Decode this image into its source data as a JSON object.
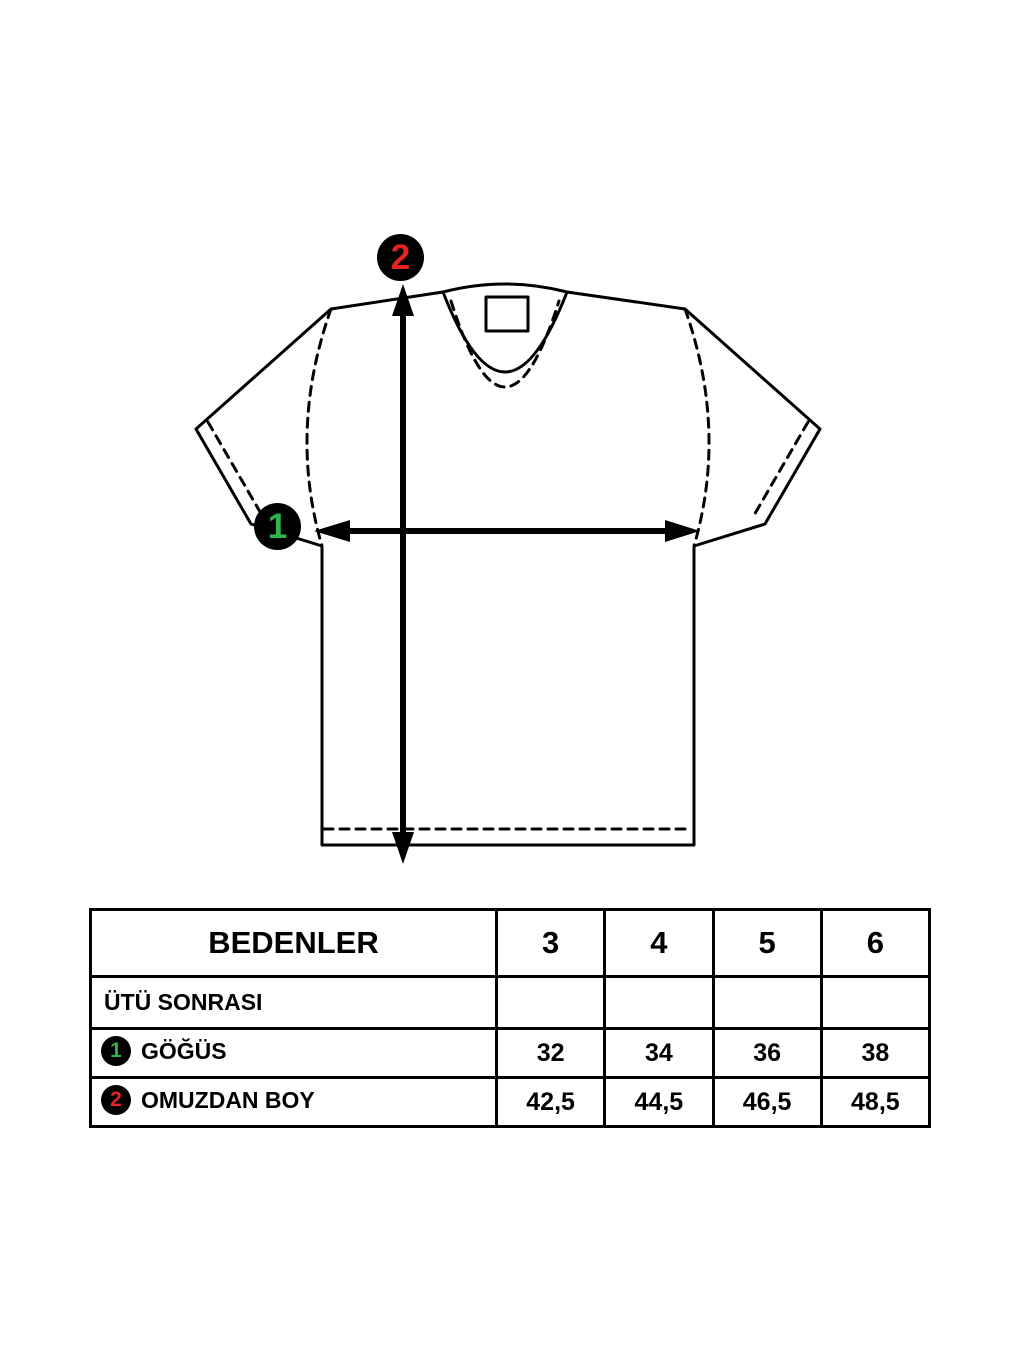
{
  "diagram": {
    "marker_1": {
      "label": "1",
      "color": "#2fb14c"
    },
    "marker_2": {
      "label": "2",
      "color": "#e62320"
    }
  },
  "table": {
    "title": "BEDENLER",
    "size_headers": [
      "3",
      "4",
      "5",
      "6"
    ],
    "section_row": {
      "label": "ÜTÜ SONRASI"
    },
    "rows": [
      {
        "marker": "1",
        "marker_color": "#2fb14c",
        "label": "GÖĞÜS",
        "values": [
          "32",
          "34",
          "36",
          "38"
        ]
      },
      {
        "marker": "2",
        "marker_color": "#e62320",
        "label": "OMUZDAN BOY",
        "values": [
          "42,5",
          "44,5",
          "46,5",
          "48,5"
        ]
      }
    ]
  }
}
